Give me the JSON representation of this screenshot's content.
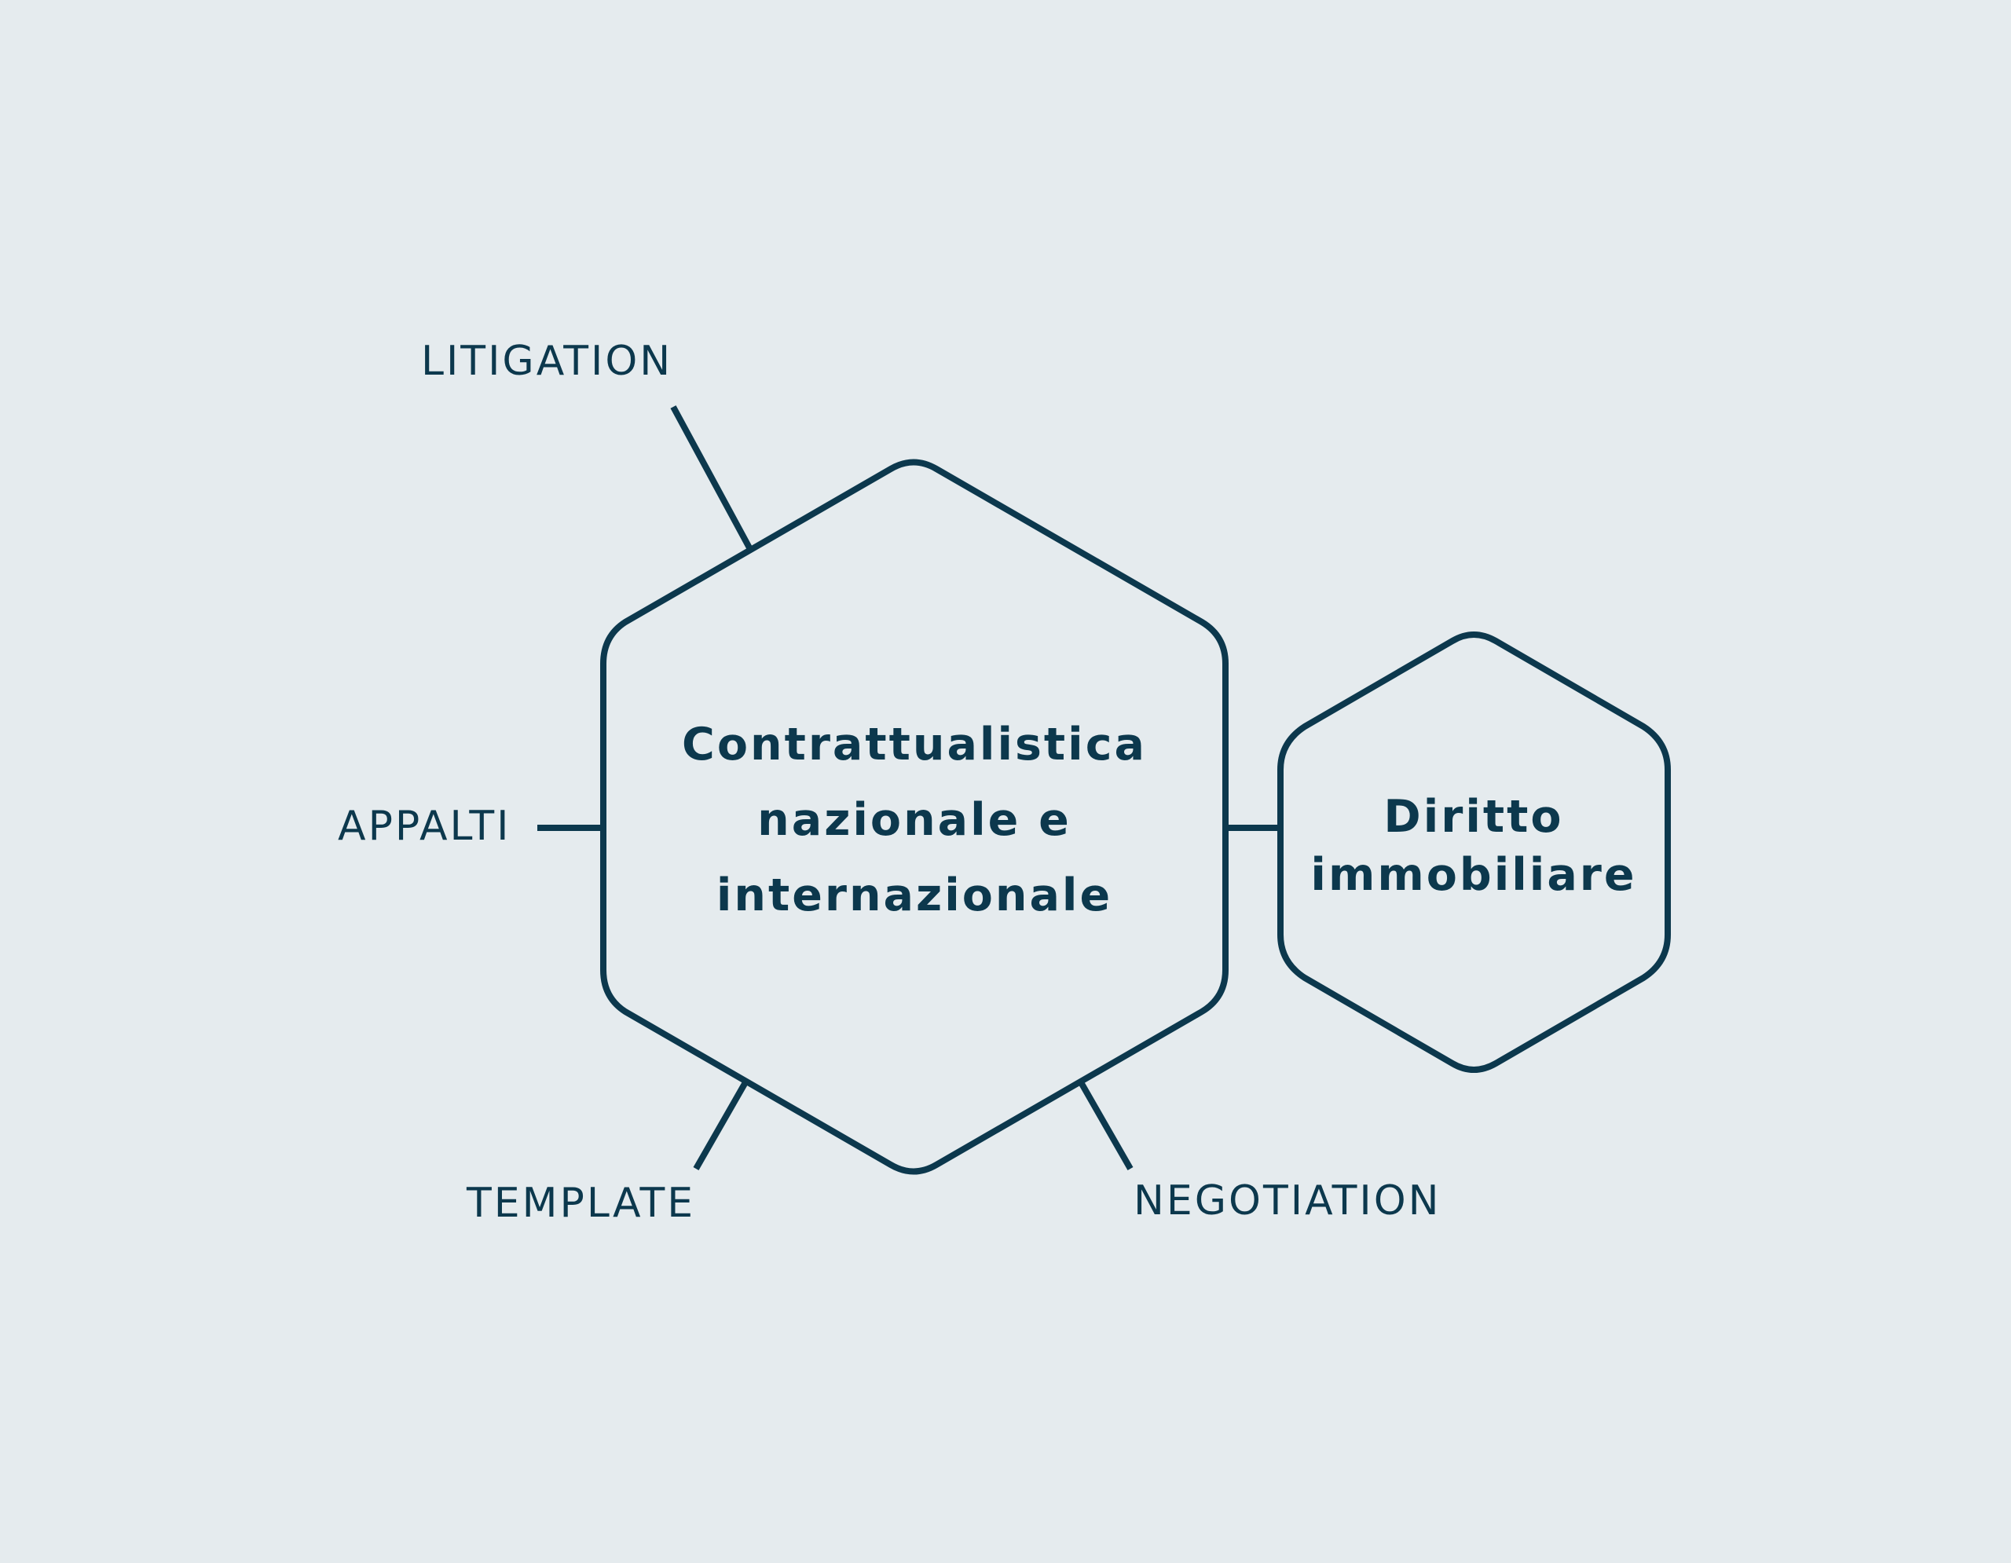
{
  "colors": {
    "background": "#e5ebee",
    "stroke": "#0c384d",
    "text": "#0c384d"
  },
  "main_hexagon": {
    "lines": [
      "Contrattualistica",
      "nazionale e",
      "internazionale"
    ]
  },
  "side_hexagon": {
    "lines": [
      "Diritto",
      "immobiliare"
    ]
  },
  "branches": {
    "litigation": "LITIGATION",
    "appalti": "APPALTI",
    "template": "TEMPLATE",
    "negotiation": "NEGOTIATION"
  }
}
